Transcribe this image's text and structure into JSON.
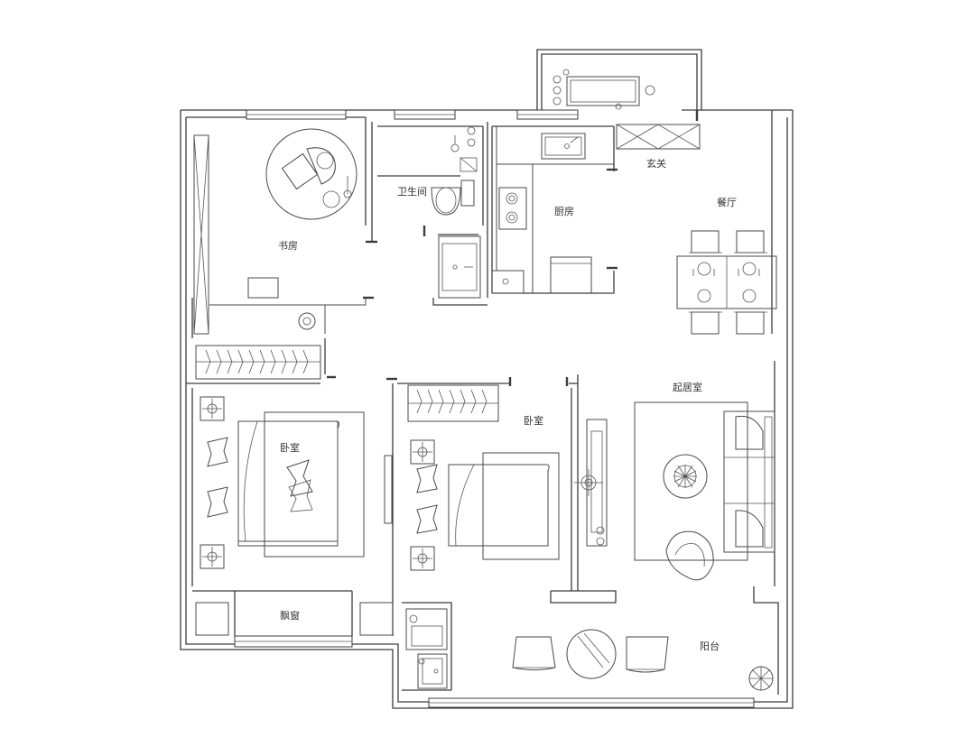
{
  "floor_plan": {
    "rooms": {
      "study": "书房",
      "bathroom": "卫生间",
      "kitchen": "厨房",
      "entrance": "玄关",
      "dining": "餐厅",
      "bedroom_main": "卧室",
      "bedroom_second": "卧室",
      "living": "起居室",
      "bay_window": "飘窗",
      "balcony": "阳台"
    }
  }
}
